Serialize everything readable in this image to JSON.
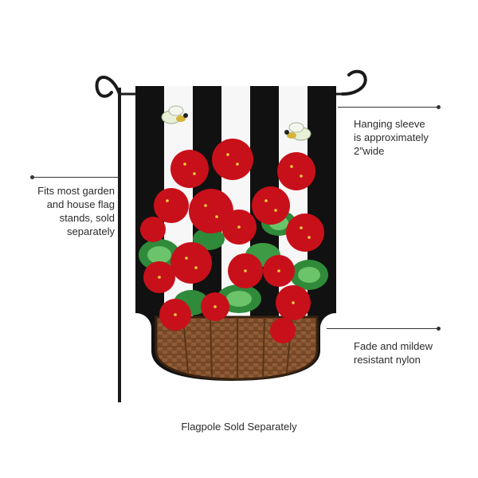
{
  "callouts": {
    "sleeve": {
      "line1": "Hanging sleeve",
      "line2": "is approximately",
      "line3": "2”wide"
    },
    "stand": {
      "line1": "Fits most garden",
      "line2": "and house flag",
      "line3": "stands, sold",
      "line4": "separately"
    },
    "fabric": {
      "line1": "Fade and mildew",
      "line2": "resistant nylon"
    }
  },
  "footer": {
    "note": "Flagpole Sold Separately"
  },
  "colors": {
    "stripe_black": "#111111",
    "stripe_white": "#f7f7f7",
    "geranium_red": "#c8101a",
    "leaf_green": "#2f8a3a",
    "basket_brown": "#7a4a2a",
    "pole_black": "#1a1a1a"
  },
  "icons": [
    "bee-icon",
    "geranium-flower-icon",
    "basket-icon",
    "flag-stand-icon"
  ]
}
